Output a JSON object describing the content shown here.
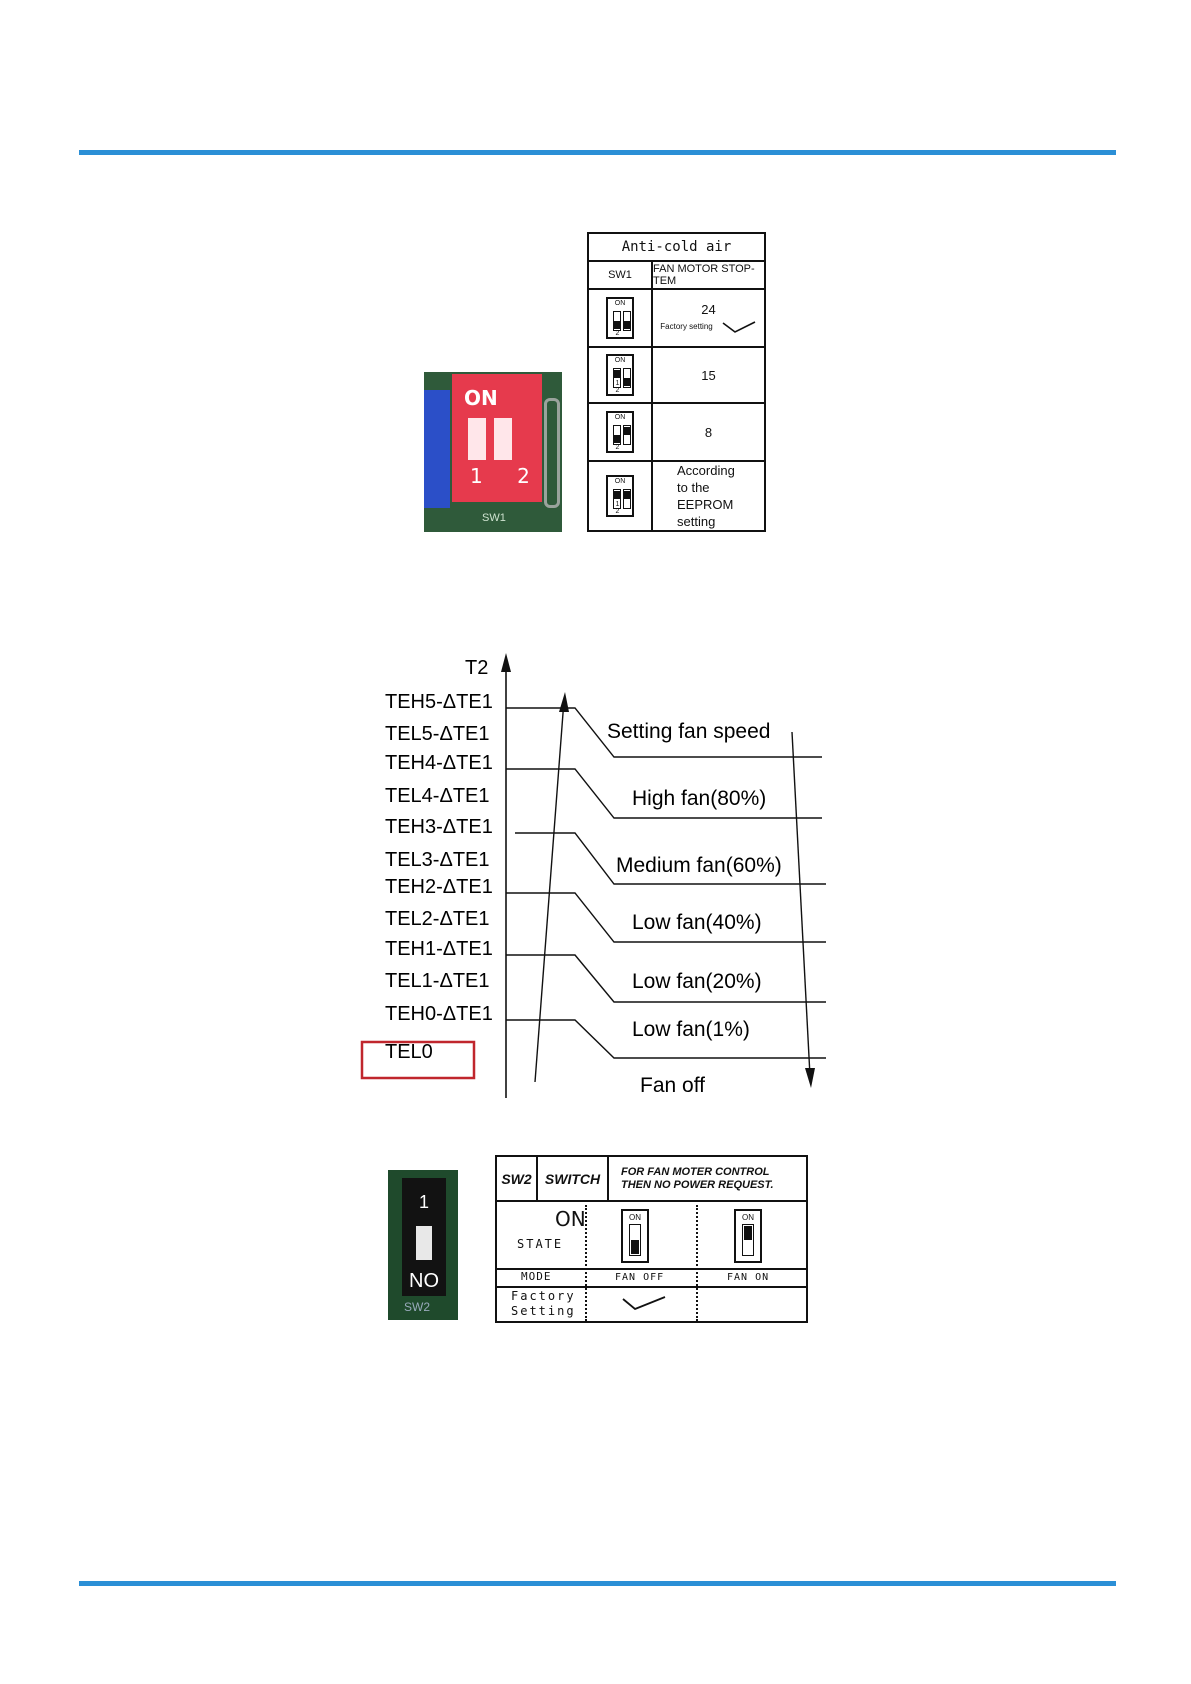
{
  "sw1_table": {
    "title": "Anti-cold air",
    "header_switch": "SW1",
    "header_value": "FAN MOTOR STOP-TEM",
    "rows": [
      {
        "value": "24",
        "note": "Factory setting"
      },
      {
        "value": "15"
      },
      {
        "value": "8"
      },
      {
        "value": "According\nto the\nEEPROM\nsetting"
      }
    ],
    "dip_on_label": "ON",
    "dip_pin_labels": "1 2"
  },
  "sw1_photo": {
    "on_label": "ON",
    "pins": "1 2",
    "board_label": "SW1"
  },
  "fan_diagram": {
    "axis_label": "T2",
    "levels": [
      "TEH5-ΔTE1",
      "TEL5-ΔTE1",
      "TEH4-ΔTE1",
      "TEL4-ΔTE1",
      "TEH3-ΔTE1",
      "TEL3-ΔTE1",
      "TEH2-ΔTE1",
      "TEL2-ΔTE1",
      "TEH1-ΔTE1",
      "TEL1-ΔTE1",
      "TEH0-ΔTE1",
      "TEL0"
    ],
    "speeds": [
      "Setting fan speed",
      "High fan(80%)",
      "Medium fan(60%)",
      "Low fan(40%)",
      "Low fan(20%)",
      "Low fan(1%)",
      "Fan off"
    ],
    "highlight_color": "#c0262d"
  },
  "sw2_table": {
    "col1": "SW2",
    "col2": "SWITCH",
    "col3_line1": "FOR FAN MOTER CONTROL",
    "col3_line2": "THEN NO POWER REQUEST.",
    "on_label": "ON",
    "state_label": "STATE",
    "mode_label": "MODE",
    "mode_off": "FAN OFF",
    "mode_on": "FAN ON",
    "factory_line1": "Factory",
    "factory_line2": "Setting",
    "dip_on_label": "ON"
  },
  "sw2_photo": {
    "top_label": "1",
    "bottom_label": "NO",
    "board_label": "SW2"
  },
  "colors": {
    "rule": "#2b8fd6",
    "dip_red": "#e63a4d"
  }
}
